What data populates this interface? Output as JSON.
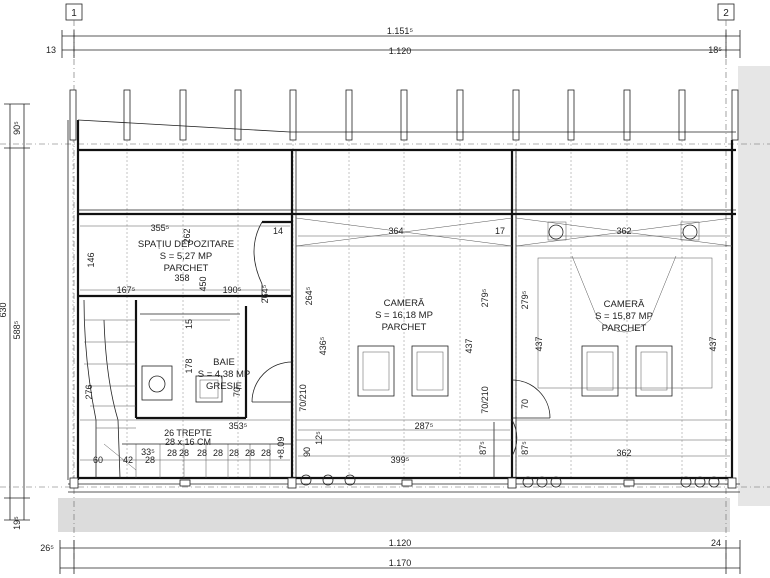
{
  "axes": {
    "left": "1",
    "right": "2"
  },
  "top_dims": {
    "overall": "1.151⁵",
    "left_offset": "13",
    "inner": "1.120",
    "right_offset": "18⁵"
  },
  "bottom_dims": {
    "left_offset": "26⁵",
    "inner": "1.120",
    "right_offset": "24",
    "overall": "1.170"
  },
  "left_dims": {
    "top": "90⁵",
    "overall": "630",
    "middle": "588⁵",
    "bottom": "19⁵"
  },
  "rooms": [
    {
      "name": "SPAȚIU DEPOZITARE",
      "area": "S = 5,27 MP",
      "floor": "PARCHET"
    },
    {
      "name": "CAMERĂ",
      "area": "S = 16,18 MP",
      "floor": "PARCHET"
    },
    {
      "name": "CAMERĂ",
      "area": "S = 15,87 MP",
      "floor": "PARCHET"
    },
    {
      "name": "BAIE",
      "area": "S = 4,38 MP",
      "floor": "GRESIE"
    }
  ],
  "stairs": {
    "line1": "26 TREPTE",
    "line2": "28 x 16 CM"
  },
  "dimension_labels": [
    "355⁵",
    "262",
    "14",
    "364",
    "17",
    "362",
    "146",
    "358",
    "167⁵",
    "190⁵",
    "450",
    "264⁵",
    "264⁵",
    "279⁵",
    "279⁵",
    "436⁵",
    "437",
    "437",
    "437",
    "15",
    "178",
    "70",
    "276",
    "70/210",
    "70/210",
    "70",
    "287⁵",
    "353⁵",
    "+8.09",
    "12⁵",
    "90",
    "87⁵",
    "87⁵",
    "60",
    "42",
    "33⁵",
    "28",
    "28",
    "28",
    "28",
    "28",
    "28",
    "28",
    "28",
    "399⁵",
    "362"
  ]
}
